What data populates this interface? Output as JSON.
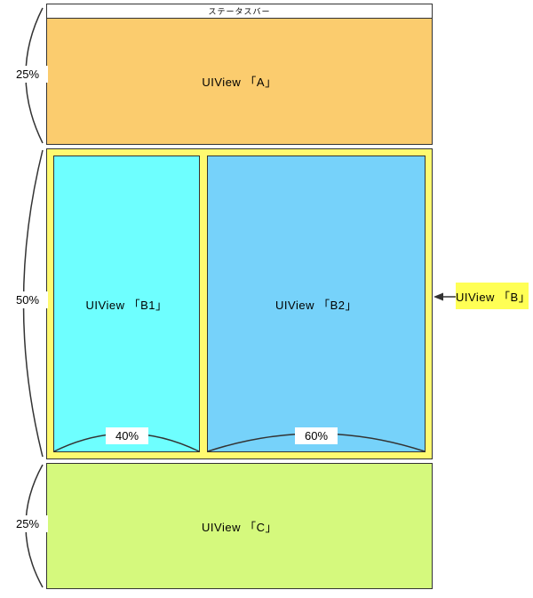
{
  "diagram": {
    "status_bar": {
      "label": "ステータスバー"
    },
    "view_a": {
      "label": "UIView 「A」",
      "percent": "25%"
    },
    "view_b": {
      "callout_label": "UIView 「B」",
      "percent": "50%",
      "b1": {
        "label": "UIView 「B1」",
        "percent": "40%"
      },
      "b2": {
        "label": "UIView 「B2」",
        "percent": "60%"
      }
    },
    "view_c": {
      "label": "UIView 「C」",
      "percent": "25%"
    }
  },
  "colors": {
    "border": "#333333",
    "text": "#000000",
    "view-a-fill": "#FBCC6E",
    "view-b-fill": "#FFFA70",
    "view-b1-fill": "#6EFFFF",
    "view-b2-fill": "#76D2FA",
    "view-c-fill": "#D5F97D",
    "callout-fill": "#FFFF55",
    "label-bg": "#FFFFFF"
  }
}
